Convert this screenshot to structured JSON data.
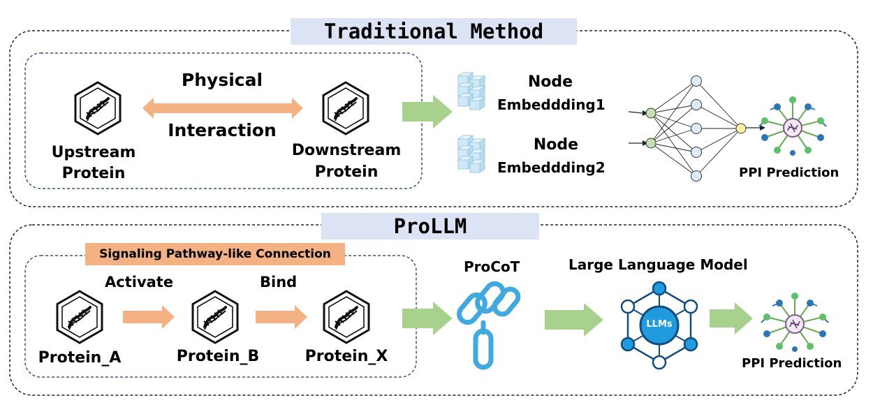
{
  "traditional": {
    "title": "Traditional Method",
    "interaction_top": "Physical",
    "interaction_bottom": "Interaction",
    "upstream_line1": "Upstream",
    "upstream_line2": "Protein",
    "downstream_line1": "Downstream",
    "downstream_line2": "Protein",
    "embedding1_line1": "Node",
    "embedding1_line2": "Embeddding1",
    "embedding2_line1": "Node",
    "embedding2_line2": "Embeddding2",
    "prediction": "PPI Prediction"
  },
  "prollm": {
    "title": "ProLLM",
    "pathway_label": "Signaling Pathway-like Connection",
    "activate": "Activate",
    "bind": "Bind",
    "protein_a": "Protein_A",
    "protein_b": "Protein_B",
    "protein_x": "Protein_X",
    "procot": "ProCoT",
    "llm_title": "Large Language Model",
    "llm_badge": "LLMs",
    "prediction": "PPI Prediction"
  },
  "colors": {
    "title_bg": "#dbe3f4",
    "pathway_bg": "#f4b183",
    "arrow_orange": "#f4b183",
    "arrow_green": "#a9d18e",
    "inner_border": "#2f5597",
    "neuron_input": "#c6e0b4",
    "neuron_hidden": "#deebf7",
    "neuron_output": "#fff2a8",
    "llm_blue": "#1f9bde",
    "chain_blue": "#3fa9e0"
  }
}
